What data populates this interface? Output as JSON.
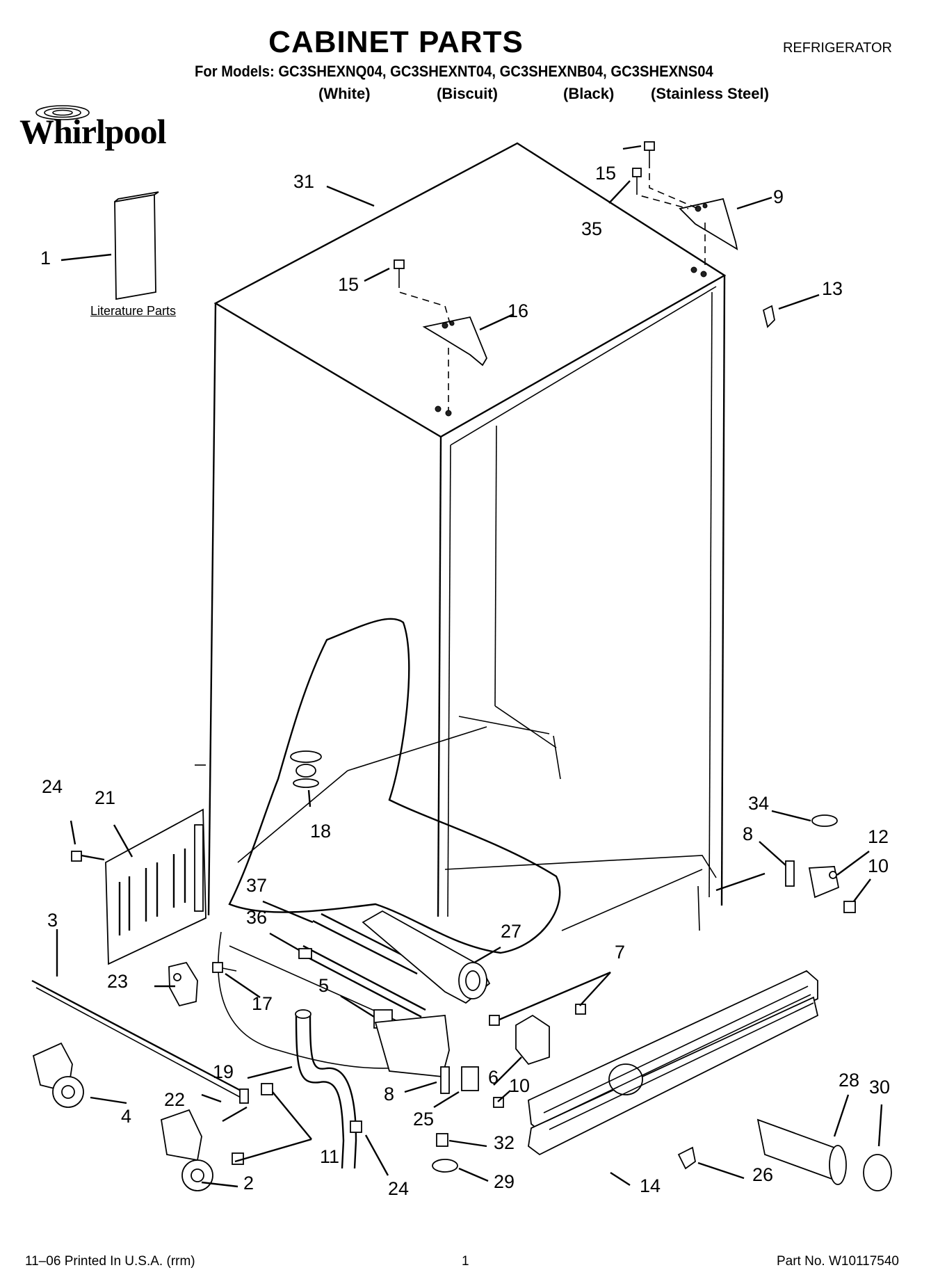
{
  "header": {
    "title": "CABINET PARTS",
    "category": "REFRIGERATOR",
    "models_line": "For Models: GC3SHEXNQ04, GC3SHEXNT04, GC3SHEXNB04, GC3SHEXNS04",
    "variants": [
      "(White)",
      "(Biscuit)",
      "(Black)",
      "(Stainless Steel)"
    ]
  },
  "logo": {
    "text": "Whirlpool",
    "icon": "swirl-icon"
  },
  "literature_label": "Literature Parts",
  "callouts": {
    "c1": "1",
    "c2": "2",
    "c3": "3",
    "c4": "4",
    "c5": "5",
    "c6": "6",
    "c7": "7",
    "c8a": "8",
    "c8b": "8",
    "c9": "9",
    "c10a": "10",
    "c10b": "10",
    "c11": "11",
    "c12": "12",
    "c13": "13",
    "c14": "14",
    "c15a": "15",
    "c15b": "15",
    "c16": "16",
    "c17": "17",
    "c18": "18",
    "c19": "19",
    "c21": "21",
    "c22": "22",
    "c23": "23",
    "c24a": "24",
    "c24b": "24",
    "c25": "25",
    "c26": "26",
    "c27": "27",
    "c28": "28",
    "c29": "29",
    "c30": "30",
    "c31": "31",
    "c32": "32",
    "c34": "34",
    "c35": "35",
    "c36": "36",
    "c37": "37"
  },
  "footer": {
    "print_info": "11–06 Printed In U.S.A. (rrm)",
    "page": "1",
    "part_no": "Part No. W10117540"
  }
}
